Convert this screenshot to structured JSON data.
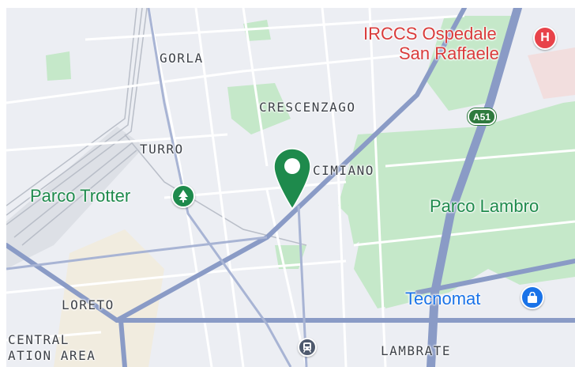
{
  "map": {
    "districts": {
      "gorla": "GORLA",
      "crescenzago": "CRESCENZAGO",
      "turro": "TURRO",
      "cimiano": "CIMIANO",
      "loreto": "LORETO",
      "central_line1": "CENTRAL",
      "central_line2": "ATION AREA",
      "lambrate": "LAMBRATE"
    },
    "places": {
      "hospital_line1": "IRCCS Ospedale",
      "hospital_line2": "San Raffaele",
      "parco_trotter": "Parco Trotter",
      "parco_lambro": "Parco Lambro",
      "tecnomat": "Tecnomat"
    },
    "road_shield": "A51",
    "icons": {
      "hospital": "hospital-h-icon",
      "park": "tree-icon",
      "shop": "shopping-bag-icon",
      "train": "train-station-icon",
      "marker": "location-pin-icon"
    },
    "colors": {
      "background": "#eceef3",
      "park": "#c5e8c9",
      "major_road": "#8a9bc6",
      "marker": "#1e8a4c",
      "hospital": "#e8434a",
      "shop": "#1a73e8"
    }
  }
}
